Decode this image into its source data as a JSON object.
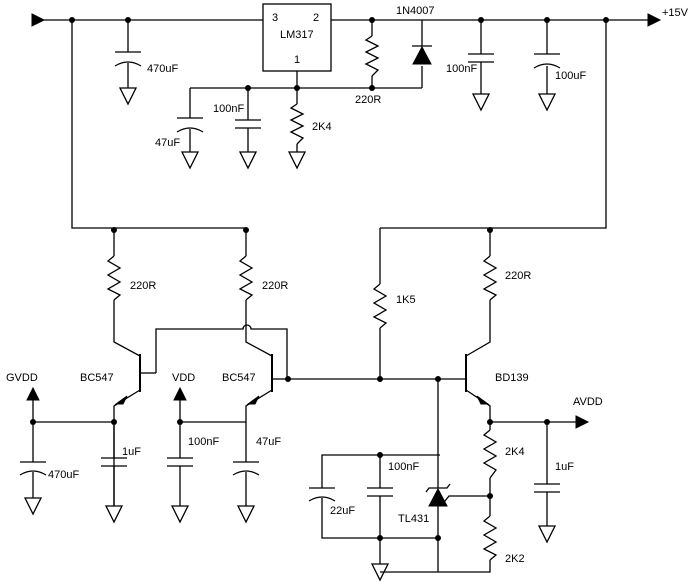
{
  "regulator": {
    "part": "LM317",
    "pin_in": "3",
    "pin_out": "2",
    "pin_adj": "1"
  },
  "labels": {
    "c_in": "470uF",
    "c_adj_elec": "47uF",
    "c_adj_film": "100nF",
    "r_adj": "2K4",
    "r_prog": "220R",
    "diode": "1N4007",
    "c_out_film": "100nF",
    "c_out_elec": "100uF",
    "rail_out": "+15V",
    "r_q1": "220R",
    "r_q2": "220R",
    "q1": "BC547",
    "q2": "BC547",
    "gvdd": "GVDD",
    "vdd": "VDD",
    "c_gvdd_film": "1uF",
    "c_gvdd_elec": "470uF",
    "c_vdd_film": "100nF",
    "c_vdd_elec": "47uF",
    "r_bias": "1K5",
    "r_q3": "220R",
    "q3": "BD139",
    "avdd": "AVDD",
    "r_fb_top": "2K4",
    "r_fb_bot": "2K2",
    "c_avdd": "1uF",
    "c_ref_film": "100nF",
    "c_ref_elec": "22uF",
    "shunt": "TL431"
  }
}
